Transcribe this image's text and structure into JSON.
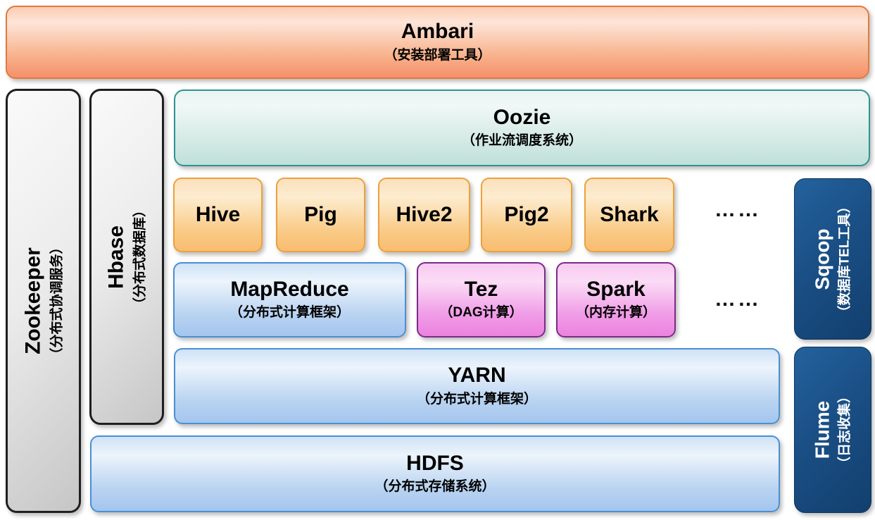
{
  "palette": {
    "text": "#000000",
    "ambari-top": "#fbcdb2",
    "ambari-bottom": "#f5906a",
    "ambari-border": "#e07a41",
    "gray-top": "#fafafa",
    "gray-bottom": "#c6c6c6",
    "gray-border": "#1f1f1f",
    "oozie-top": "#e9f4f1",
    "oozie-bottom": "#bfe0d9",
    "oozie-border": "#2e948e",
    "orange-top": "#fce0bd",
    "orange-bottom": "#f8bd72",
    "orange-border": "#eda13d",
    "blue-top": "#cfe2f6",
    "blue-bottom": "#a4c5ee",
    "blue-border": "#4a8fd3",
    "pink-top": "#f8c9f0",
    "pink-bottom": "#ec82df",
    "pink-border": "#7c2a8a",
    "navy-top": "#24629e",
    "navy-bottom": "#123f6e",
    "navy-text": "#ffffff"
  },
  "boxes": {
    "ambari": {
      "name": "Ambari",
      "sub": "（安装部署工具）"
    },
    "zookeeper": {
      "name": "Zookeeper",
      "sub": "（分布式协调服务）"
    },
    "hbase": {
      "name": "Hbase",
      "sub": "（分布式数据库）"
    },
    "oozie": {
      "name": "Oozie",
      "sub": "（作业流调度系统）"
    },
    "hive": {
      "name": "Hive"
    },
    "pig": {
      "name": "Pig"
    },
    "hive2": {
      "name": "Hive2"
    },
    "pig2": {
      "name": "Pig2"
    },
    "shark": {
      "name": "Shark"
    },
    "mapreduce": {
      "name": "MapReduce",
      "sub": "（分布式计算框架）"
    },
    "tez": {
      "name": "Tez",
      "sub": "（DAG计算）"
    },
    "spark": {
      "name": "Spark",
      "sub": "（内存计算）"
    },
    "sqoop": {
      "name": "Sqoop",
      "sub": "（数据库TEL工具）"
    },
    "yarn": {
      "name": "YARN",
      "sub": "（分布式计算框架）"
    },
    "hdfs": {
      "name": "HDFS",
      "sub": "（分布式存储系统）"
    },
    "flume": {
      "name": "Flume",
      "sub": "（日志收集）"
    }
  },
  "ellipsis": {
    "top": "……",
    "bottom": "……"
  }
}
